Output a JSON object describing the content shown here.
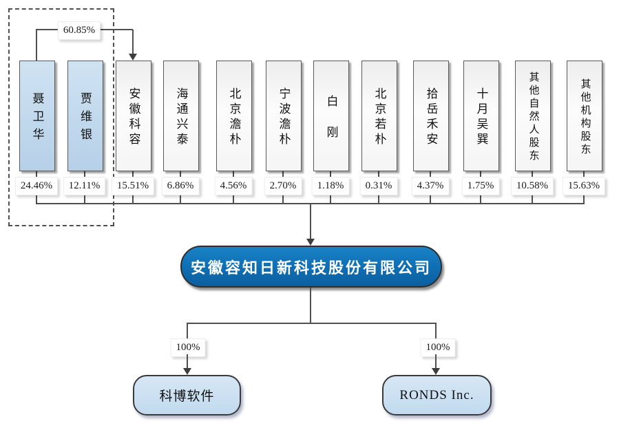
{
  "diagram": {
    "group_label": "60.85%",
    "shareholders": [
      {
        "name": "聂卫华",
        "pct": "24.46%",
        "controller": true
      },
      {
        "name": "贾维银",
        "pct": "12.11%",
        "controller": true
      },
      {
        "name": "安徽科容",
        "pct": "15.51%",
        "controller": false
      },
      {
        "name": "海通兴泰",
        "pct": "6.86%",
        "controller": false
      },
      {
        "name": "北京澹朴",
        "pct": "4.56%",
        "controller": false
      },
      {
        "name": "宁波澹朴",
        "pct": "2.70%",
        "controller": false
      },
      {
        "name": "白刚",
        "pct": "1.18%",
        "controller": false
      },
      {
        "name": "北京若朴",
        "pct": "0.31%",
        "controller": false
      },
      {
        "name": "拾岳禾安",
        "pct": "4.37%",
        "controller": false
      },
      {
        "name": "十月吴巽",
        "pct": "1.75%",
        "controller": false
      },
      {
        "name": "其他自然人股东",
        "pct": "10.58%",
        "controller": false
      },
      {
        "name": "其他机构股东",
        "pct": "15.63%",
        "controller": false
      }
    ],
    "company": {
      "name": "安徽容知日新科技股份有限公司"
    },
    "subsidiaries": [
      {
        "name": "科博软件",
        "pct": "100%"
      },
      {
        "name": "RONDS Inc.",
        "pct": "100%"
      }
    ],
    "colors": {
      "company_fill": "#0f6fb4",
      "controller_fill_top": "#cfe3f2",
      "controller_fill_bottom": "#b6d0e8",
      "subsidiary_fill": "#c2daef",
      "line": "#4f4f4f"
    }
  }
}
